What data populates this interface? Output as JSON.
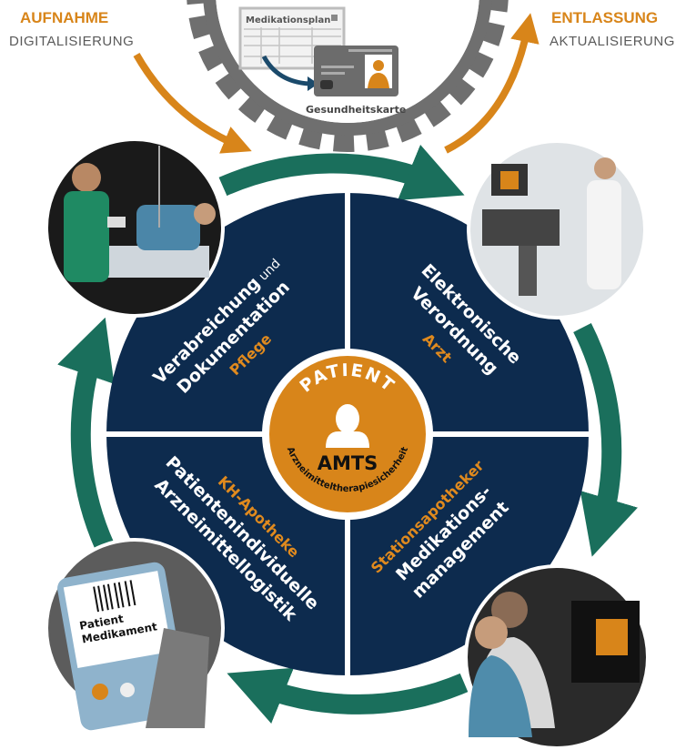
{
  "header": {
    "left_title": "AUFNAHME",
    "left_subtitle": "DIGITALISIERUNG",
    "right_title": "ENTLASSUNG",
    "right_subtitle": "AKTUALISIERUNG"
  },
  "gear": {
    "document_title": "Medikationsplan",
    "card_label": "Gesundheitskarte"
  },
  "quadrants": {
    "top_left": {
      "line1": "Verabreichung",
      "line1_small": " und",
      "line2": "Dokumentation",
      "role": "Pflege"
    },
    "top_right": {
      "line1": "Elektronische",
      "line2": "Verordnung",
      "role": "Arzt"
    },
    "bottom_left": {
      "role": "KH-Apotheke",
      "line1": "Patientenindividuelle",
      "line2": "Arzneimittellogistik"
    },
    "bottom_right": {
      "role": "Stationsapotheker",
      "line1": "Medikations-",
      "line2": "management"
    }
  },
  "center": {
    "top": "PATIENT",
    "title": "AMTS",
    "arc": "Arzneimitteltherapiesicherheit"
  },
  "photos": {
    "bottom_left_label1": "Patient",
    "bottom_left_label2": "Medikament"
  },
  "colors": {
    "navy": "#0d2b4e",
    "orange": "#d8851a",
    "green": "#1a6f5c",
    "grey": "#6f6f6f"
  }
}
